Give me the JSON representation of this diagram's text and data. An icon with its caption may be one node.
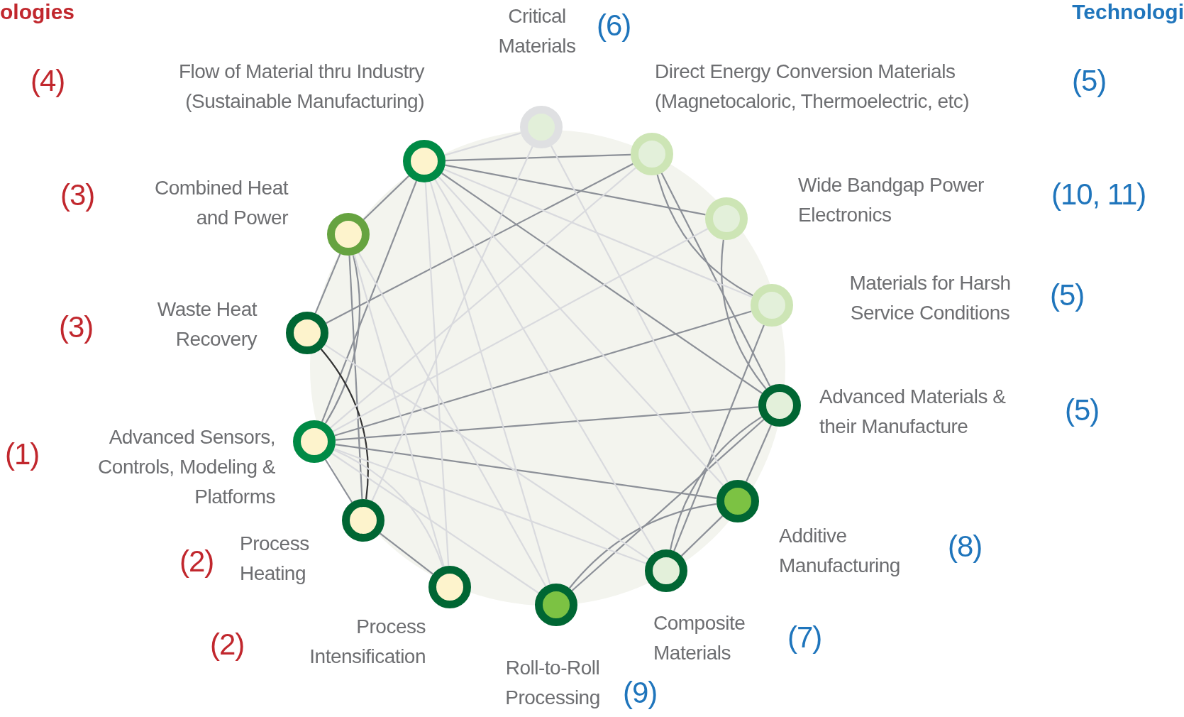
{
  "diagram": {
    "nodes": [
      {
        "text": [
          "Critical Materials"
        ]
      },
      {
        "text": [
          "Direct Energy Conversion Materials (Magnetocaloric, Thermoelectric, etc)"
        ]
      },
      {
        "text": [
          "Wide Bandgap Power Electronics"
        ]
      },
      {
        "text": [
          "Materials for Harsh Service Conditions"
        ]
      },
      {
        "text": [
          "Advanced Materials & their Manufacture"
        ]
      },
      {
        "text": [
          "Additive Manufacturing"
        ]
      },
      {
        "text": [
          "Composite Materials"
        ]
      },
      {
        "text": [
          "Roll-to-Roll Processing"
        ]
      },
      {
        "text": [
          "Process Intensification"
        ]
      },
      {
        "text": [
          "Process Heating"
        ]
      },
      {
        "text": [
          "Advanced Sensors, Controls, Modeling & Platforms"
        ]
      },
      {
        "text": [
          "Waste Heat Recovery"
        ]
      },
      {
        "text": [
          "Combined Heat and Power"
        ]
      },
      {
        "text": [
          "Flow of Material thru Industry (Sustainable Manufacturing)"
        ]
      }
    ],
    "edges": [
      {
        "from": 13,
        "to": 1,
        "arrow": "none"
      },
      {
        "from": 13,
        "to": 2,
        "arrow": "none"
      },
      {
        "from": 13,
        "to": 4,
        "arrow": "none"
      },
      {
        "from": 13,
        "to": 12,
        "arrow": "none"
      },
      {
        "from": 13,
        "to": 10,
        "arrow": "none"
      },
      {
        "from": 11,
        "to": 1,
        "arrow": "none"
      },
      {
        "from": 12,
        "to": 11,
        "arrow": "none"
      },
      {
        "from": 12,
        "to": 10,
        "arrow": "none"
      },
      {
        "from": 12,
        "to": 9,
        "arrow": "none"
      },
      {
        "from": 11,
        "to": 9,
        "arrow": "none",
        "color": "#333333"
      },
      {
        "from": 10,
        "to": 4,
        "arrow": "none"
      },
      {
        "from": 10,
        "to": 5,
        "arrow": "none"
      },
      {
        "from": 10,
        "to": 9,
        "arrow": "none"
      },
      {
        "from": 9,
        "to": 8,
        "arrow": "none"
      },
      {
        "from": 1,
        "to": 3,
        "arrow": "none"
      },
      {
        "from": 1,
        "to": 4,
        "arrow": "none"
      },
      {
        "from": 2,
        "to": 4,
        "arrow": "none"
      },
      {
        "from": 3,
        "to": 6,
        "arrow": "none"
      },
      {
        "from": 3,
        "to": 10,
        "arrow": "none"
      },
      {
        "from": 4,
        "to": 7,
        "arrow": "none"
      },
      {
        "from": 4,
        "to": 6,
        "arrow": "none"
      },
      {
        "from": 4,
        "to": 5,
        "arrow": "none"
      },
      {
        "from": 5,
        "to": 7,
        "arrow": "none"
      },
      {
        "from": 5,
        "to": 6,
        "arrow": "none"
      },
      {
        "from": 13,
        "to": 0,
        "arrow": "none",
        "color": "#d9dade"
      },
      {
        "from": 13,
        "to": 8,
        "arrow": "none",
        "color": "#d9dade"
      },
      {
        "from": 13,
        "to": 7,
        "arrow": "none",
        "color": "#d9dade"
      },
      {
        "from": 13,
        "to": 6,
        "arrow": "none",
        "color": "#d9dade"
      },
      {
        "from": 13,
        "to": 5,
        "arrow": "none",
        "color": "#d9dade"
      },
      {
        "from": 13,
        "to": 3,
        "arrow": "none",
        "color": "#d9dade"
      },
      {
        "from": 0,
        "to": 5,
        "arrow": "none",
        "color": "#d9dade"
      },
      {
        "from": 0,
        "to": 9,
        "arrow": "none",
        "color": "#d9dade"
      },
      {
        "from": 1,
        "to": 10,
        "arrow": "none",
        "color": "#d9dade"
      },
      {
        "from": 2,
        "to": 10,
        "arrow": "none",
        "color": "#d9dade"
      },
      {
        "from": 10,
        "to": 8,
        "arrow": "none",
        "color": "#d9dade"
      },
      {
        "from": 10,
        "to": 7,
        "arrow": "none",
        "color": "#d9dade"
      },
      {
        "from": 10,
        "to": 6,
        "arrow": "none",
        "color": "#d9dade"
      },
      {
        "from": 12,
        "to": 8,
        "arrow": "none",
        "color": "#d9dade"
      },
      {
        "from": 12,
        "to": 7,
        "arrow": "none",
        "color": "#d9dade"
      },
      {
        "from": 11,
        "to": 6,
        "arrow": "none",
        "color": "#d9dade"
      }
    ],
    "labels": [
      "ologies",
      "Technologi",
      "(6)",
      "(4)",
      "(5)",
      "(3)",
      "(10, 11)",
      "(5)",
      "(3)",
      "(5)",
      "(1)",
      "(8)",
      "(2)",
      "(2)",
      "(7)",
      "(9)"
    ]
  }
}
